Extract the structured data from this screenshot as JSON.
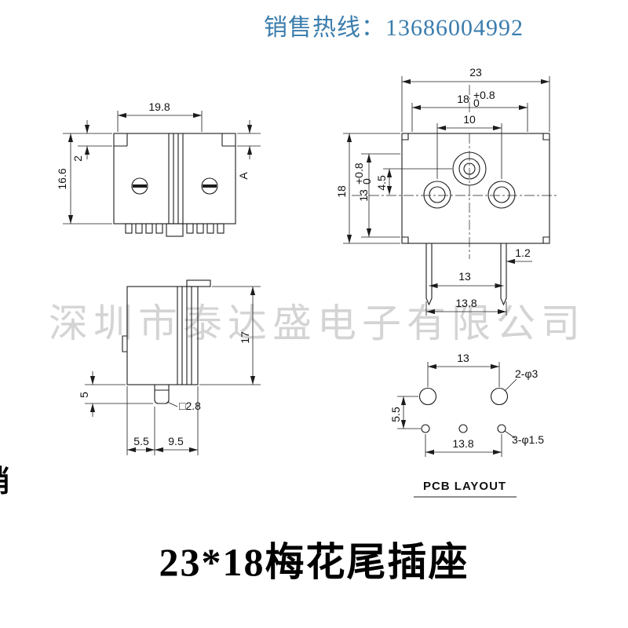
{
  "header": {
    "hotline": "销售热线：13686004992",
    "hotline_color": "#3b7dad"
  },
  "watermark": {
    "company": "深圳市泰达盛电子有限公司",
    "edge_fragment": "销"
  },
  "footer": {
    "title": "23*18梅花尾插座"
  },
  "front_view": {
    "width": "19.8",
    "tab": "2",
    "height": "16.6",
    "ref": "A"
  },
  "face_view": {
    "overall_width": "23",
    "opening_width": "18",
    "opening_width_tol_upper": "+0.8",
    "opening_width_tol_lower": "0",
    "hole_pitch": "10",
    "overall_height": "18",
    "opening_height": "13",
    "opening_height_tol_upper": "+0.8",
    "opening_height_tol_lower": "0",
    "center_offset": "4.5",
    "pin_width": "1.2",
    "pin_pitch": "13",
    "pin_span": "13.8"
  },
  "side_view": {
    "height": "17",
    "pin_length": "5",
    "pin_section": "□2.8",
    "offset_left": "5.5",
    "offset_right": "9.5"
  },
  "pcb_layout": {
    "label": "PCB LAYOUT",
    "mount_pitch": "13",
    "row_gap": "5.5",
    "pin_span": "13.8",
    "mount_holes": "2-φ3",
    "pin_holes": "3-φ1.5"
  }
}
